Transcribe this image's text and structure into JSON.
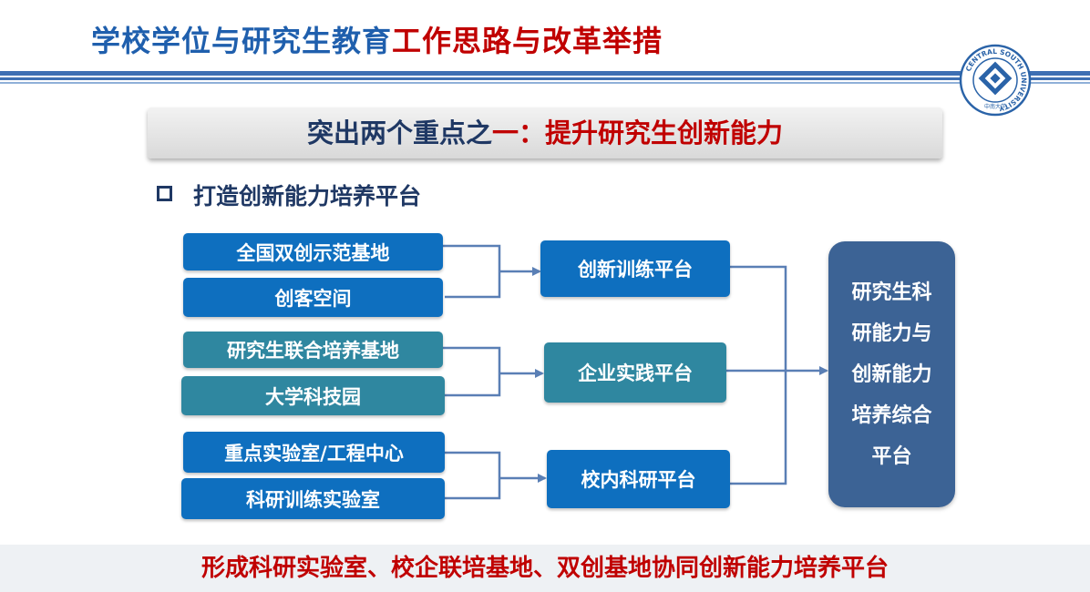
{
  "header": {
    "title_part1": "学校学位与研究生教育",
    "title_part2": "工作思路与改革举措"
  },
  "logo": {
    "icon": "university-seal",
    "ring_text": "CENTRAL SOUTH UNIVERSITY",
    "cn_text": "中南大学"
  },
  "banner": {
    "part1": "突出两个重点之",
    "part2": "一：提升研究生创新能力"
  },
  "section": {
    "bullet_icon": "hollow-square",
    "text": "打造创新能力培养平台"
  },
  "diagram": {
    "groups": [
      {
        "sources": [
          "全国双创示范基地",
          "创客空间"
        ],
        "platform": "创新训练平台"
      },
      {
        "sources": [
          "研究生联合培养基地",
          "大学科技园"
        ],
        "platform": "企业实践平台"
      },
      {
        "sources": [
          "重点实验室/工程中心",
          "科研训练实验室"
        ],
        "platform": "校内科研平台"
      }
    ],
    "final_lines": [
      "研究生科",
      "研能力与",
      "创新能力",
      "培养综合",
      "平台"
    ]
  },
  "footer": {
    "text": "形成科研实验室、校企联培基地、双创基地协同创新能力培养平台"
  },
  "colors": {
    "title_blue": "#1f5fad",
    "accent_red": "#c00000",
    "box_blue": "#0e6fbf",
    "box_teal": "#2f87a0",
    "final_box": "#3c6395",
    "connector": "#5a7fb5"
  }
}
